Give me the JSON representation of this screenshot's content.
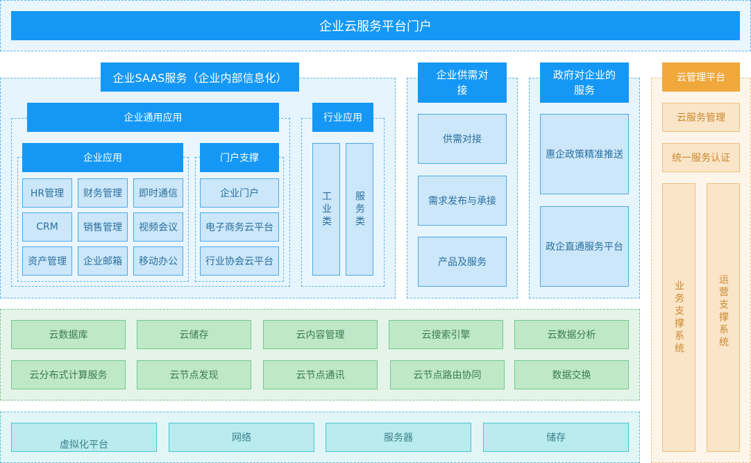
{
  "portal": {
    "title": "企业云服务平台门户"
  },
  "saas": {
    "title": "企业SAAS服务（企业内部信息化）",
    "general": {
      "title": "企业通用应用",
      "enterprise_apps": {
        "title": "企业应用",
        "items": [
          "HR管理",
          "财务管理",
          "即时通信",
          "CRM",
          "销售管理",
          "视频会议",
          "资产管理",
          "企业邮箱",
          "移动办公"
        ]
      },
      "portal_support": {
        "title": "门户支撑",
        "items": [
          "企业门户",
          "电子商务云平台",
          "行业协会云平台"
        ]
      }
    },
    "industry": {
      "title": "行业应用",
      "items": [
        "工业类",
        "服务类"
      ]
    }
  },
  "supply": {
    "title": "企业供需对接",
    "items": [
      "供需对接",
      "需求发布与承接",
      "产品及服务"
    ]
  },
  "gov": {
    "title": "政府对企业的服务",
    "items": [
      "惠企政策精准推送",
      "政企直通服务平台"
    ]
  },
  "cloud_mgmt": {
    "title": "云管理平台",
    "items": [
      "云服务管理",
      "统一服务认证"
    ],
    "columns": [
      "业务支撑系统",
      "运营支撑系统"
    ]
  },
  "paas": {
    "items": [
      "云数据库",
      "云储存",
      "云内容管理",
      "云搜索引擎",
      "云数据分析",
      "云分布式计算服务",
      "云节点发现",
      "云节点通讯",
      "云节点路由协同",
      "数据交换"
    ]
  },
  "iaas": {
    "items": [
      "虚拟化平台",
      "网络",
      "服务器",
      "储存"
    ]
  },
  "colors": {
    "blue": "#1598f5",
    "orange": "#f0a83d",
    "green": "#bfe8c9",
    "teal": "#b9ebef"
  }
}
